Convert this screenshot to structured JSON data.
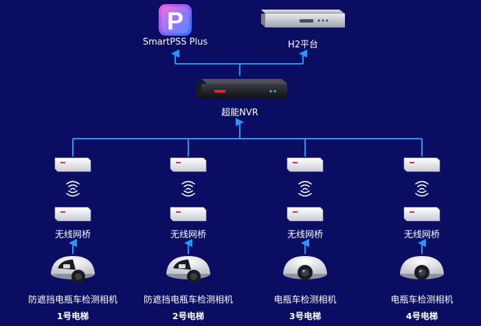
{
  "top": {
    "smartpss_label": "SmartPSS Plus",
    "h2_label": "H2平台",
    "logo_letter": "P"
  },
  "nvr": {
    "label": "超能NVR"
  },
  "branches": [
    {
      "bridge_label": "无线网桥",
      "camera_label": "防遮挡电瓶车检测相机",
      "elevator_label": "1号电梯",
      "camera_style": "dark"
    },
    {
      "bridge_label": "无线网桥",
      "camera_label": "防遮挡电瓶车检测相机",
      "elevator_label": "2号电梯",
      "camera_style": "dark"
    },
    {
      "bridge_label": "无线网桥",
      "camera_label": "电瓶车检测相机",
      "elevator_label": "3号电梯",
      "camera_style": "light"
    },
    {
      "bridge_label": "无线网桥",
      "camera_label": "电瓶车检测相机",
      "elevator_label": "4号电梯",
      "camera_style": "light"
    }
  ],
  "colors": {
    "background": "#0b0d63",
    "line": "#1e9bff",
    "logo_gradient_start": "#ff5ad1",
    "logo_gradient_end": "#2a7bff"
  }
}
